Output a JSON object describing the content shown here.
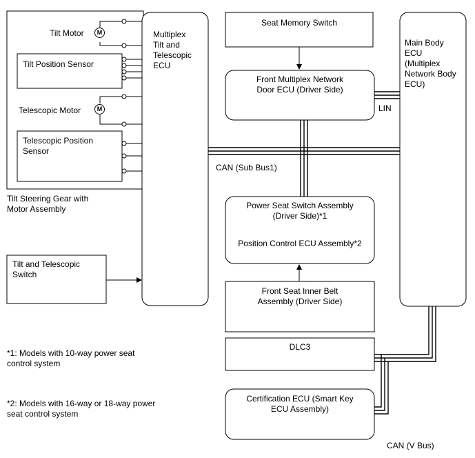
{
  "components": {
    "tilt_motor": "Tilt Motor",
    "tilt_position_sensor": "Tilt Position Sensor",
    "telescopic_motor": "Telescopic Motor",
    "telescopic_position_sensor": "Telescopic Position\nSensor",
    "gear_assembly": "Tilt Steering Gear with\nMotor Assembly",
    "tilt_telescopic_switch": "Tilt and Telescopic\nSwitch",
    "multiplex_ecu": "Multiplex\nTilt and\nTelescopic\nECU",
    "seat_memory_switch": "Seat Memory Switch",
    "door_ecu": "Front Multiplex Network\nDoor ECU (Driver Side)",
    "power_seat_switch": "Power Seat Switch Assembly\n(Driver Side)*1",
    "position_control_ecu": "Position Control ECU Assembly*2",
    "inner_belt": "Front Seat Inner Belt\nAssembly (Driver Side)",
    "dlc3": "DLC3",
    "certification_ecu": "Certification ECU (Smart Key\nECU Assembly)",
    "main_body_ecu": "Main Body\nECU\n(Multiplex\nNetwork Body\nECU)",
    "motor_symbol": "M"
  },
  "buses": {
    "lin": "LIN",
    "can_sub": "CAN (Sub Bus1)",
    "can_v": "CAN (V Bus)"
  },
  "notes": {
    "note1": "*1: Models with 10-way power seat\ncontrol system",
    "note2": "*2: Models with 16-way or 18-way power\nseat control system"
  }
}
